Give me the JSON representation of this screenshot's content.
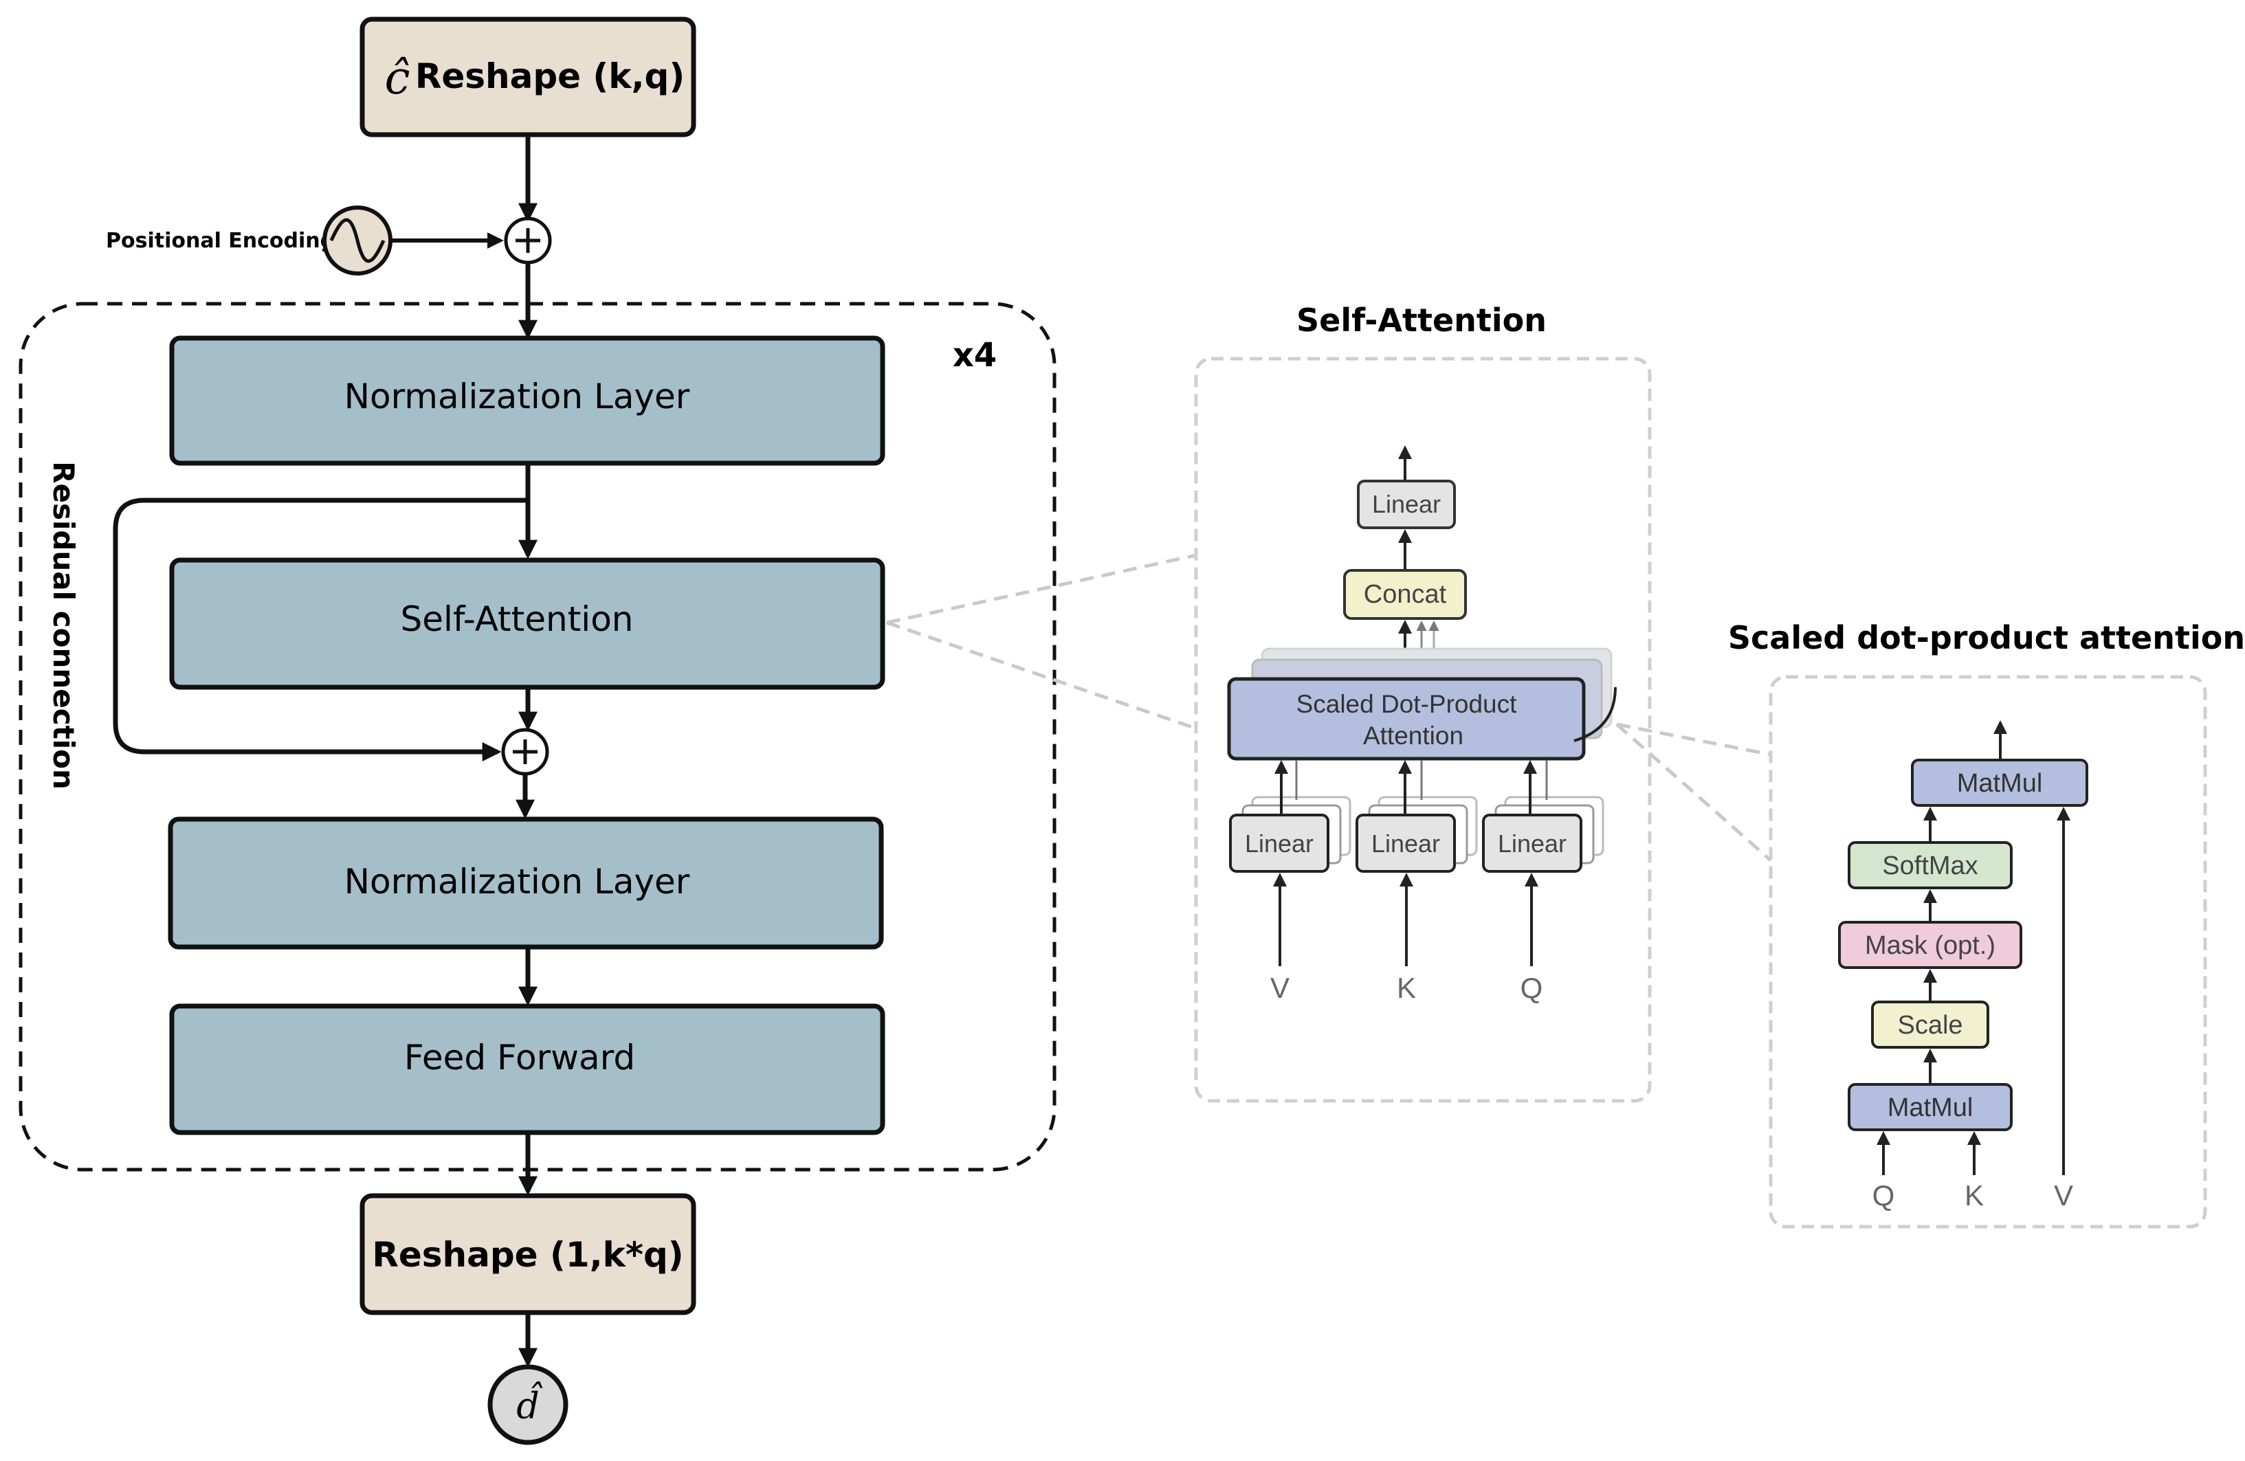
{
  "diagram": {
    "input": {
      "symbol": "ĉ",
      "label": "Reshape (k,q)"
    },
    "positional_encoding": {
      "label": "Positional Encoding"
    },
    "block": {
      "repeat": "x4",
      "residual_label": "Residual connection",
      "norm1": "Normalization Layer",
      "self_attention": "Self-Attention",
      "norm2": "Normalization Layer",
      "feed_forward": "Feed Forward"
    },
    "output": {
      "label": "Reshape (1,k*q)",
      "symbol": "d̂"
    },
    "add_symbol": "+"
  },
  "self_attention_panel": {
    "title": "Self-Attention",
    "linear_out": "Linear",
    "concat": "Concat",
    "sdpa_line1": "Scaled Dot-Product",
    "sdpa_line2": "Attention",
    "linear_v": "Linear",
    "linear_k": "Linear",
    "linear_q": "Linear",
    "input_v": "V",
    "input_k": "K",
    "input_q": "Q"
  },
  "sdpa_panel": {
    "title": "Scaled dot-product attention",
    "matmul_top": "MatMul",
    "softmax": "SoftMax",
    "mask": "Mask (opt.)",
    "scale": "Scale",
    "matmul_bottom": "MatMul",
    "input_q": "Q",
    "input_k": "K",
    "input_v": "V"
  },
  "colors": {
    "blue_block": "#a5bfca",
    "beige_block": "#e8dfd1",
    "sdpa_purple": "#b4bede",
    "concat_yellow": "#f3f1cc",
    "scale_yellow": "#f1f0cf",
    "softmax_green": "#d5e6cf",
    "mask_pink": "#f0cbd9",
    "linear_gray": "#e4e4e4",
    "output_circle": "#d9d9d9"
  }
}
